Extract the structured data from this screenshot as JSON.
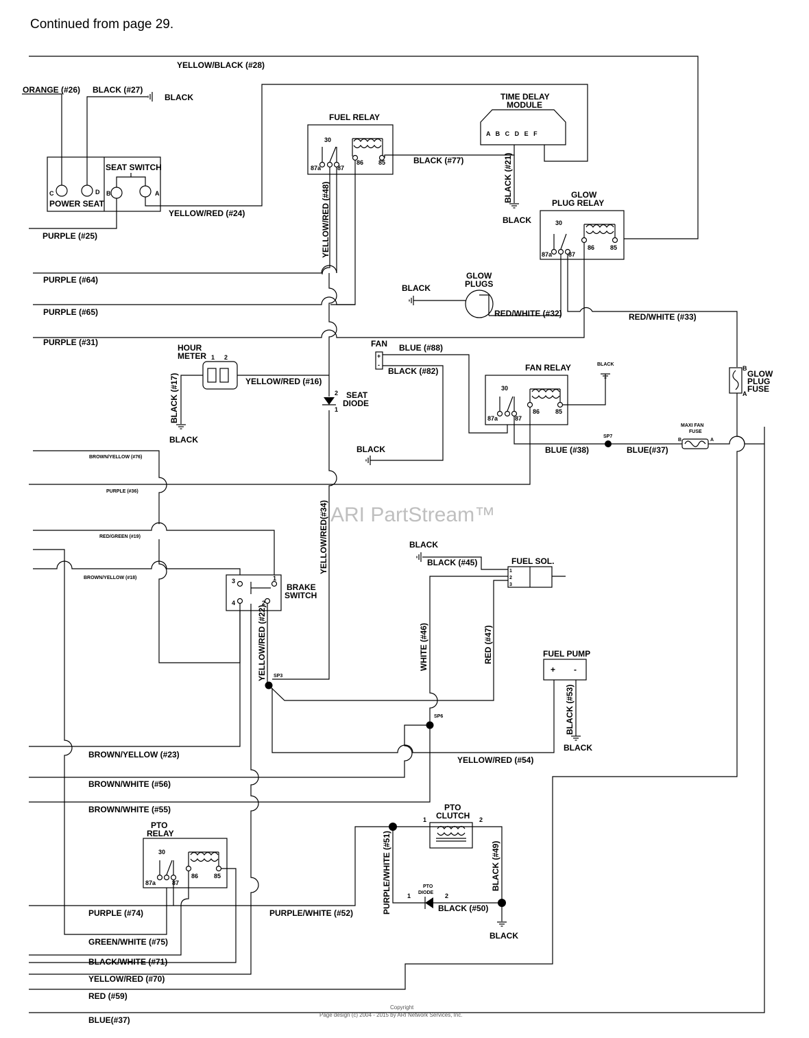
{
  "header": "Continued from page 29.",
  "watermark": "ARI PartStream™",
  "copyright": [
    "Copyright",
    "Page design (c) 2004 - 2015 by ARI Network Services, Inc."
  ],
  "components": {
    "seat_switch": "SEAT SWITCH",
    "power_seat": "POWER SEAT",
    "seat_pins": [
      "C",
      "D",
      "B",
      "A"
    ],
    "fuel_relay": "FUEL RELAY",
    "time_delay": [
      "TIME DELAY",
      "MODULE"
    ],
    "time_delay_pins": "A B C D E F",
    "glow_plug_relay": [
      "GLOW",
      "PLUG RELAY"
    ],
    "glow_plugs": [
      "GLOW",
      "PLUGS"
    ],
    "hour_meter": [
      "HOUR",
      "METER"
    ],
    "fan": "FAN",
    "fan_relay": "FAN RELAY",
    "seat_diode": [
      "SEAT",
      "DIODE"
    ],
    "glow_plug_fuse": [
      "GLOW",
      "PLUG",
      "FUSE"
    ],
    "maxi_fan_fuse": [
      "MAXI FAN",
      "FUSE"
    ],
    "brake_switch": [
      "BRAKE",
      "SWITCH"
    ],
    "fuel_sol": "FUEL SOL.",
    "fuel_pump": "FUEL PUMP",
    "pto_relay": [
      "PTO",
      "RELAY"
    ],
    "pto_clutch": [
      "PTO",
      "CLUTCH"
    ],
    "pto_diode": [
      "PTO",
      "DIODE"
    ],
    "relay_pins": [
      "30",
      "87a",
      "87",
      "86",
      "85"
    ],
    "splices": [
      "SP3",
      "SP6",
      "SP7"
    ]
  },
  "wires": {
    "w28": "YELLOW/BLACK (#28)",
    "w26": "ORANGE (#26)",
    "w27": "BLACK (#27)",
    "black": "BLACK",
    "w24": "YELLOW/RED (#24)",
    "w25": "PURPLE (#25)",
    "w77": "BLACK (#77)",
    "w21": "BLACK (#21)",
    "w48": "YELLOW/RED (#48)",
    "w64": "PURPLE (#64)",
    "w65": "PURPLE (#65)",
    "w31": "PURPLE (#31)",
    "w32": "RED/WHITE (#32)",
    "w33": "RED/WHITE (#33)",
    "w88": "BLUE (#88)",
    "w82": "BLACK (#82)",
    "w17": "BLACK (#17)",
    "w16": "YELLOW/RED (#16)",
    "w38": "BLUE (#38)",
    "w37a": "BLUE(#37)",
    "w76": "BROWN/YELLOW (#76)",
    "w36": "PURPLE (#36)",
    "w19": "RED/GREEN (#19)",
    "w18": "BROWN/YELLOW (#18)",
    "w34": "YELLOW/RED(#34)",
    "w45": "BLACK (#45)",
    "w22": "YELLOW/RED (#22)",
    "w46": "WHITE (#46)",
    "w47": "RED (#47)",
    "w53": "BLACK (#53)",
    "w23": "BROWN/YELLOW (#23)",
    "w54": "YELLOW/RED (#54)",
    "w56": "BROWN/WHITE (#56)",
    "w55": "BROWN/WHITE (#55)",
    "w74": "PURPLE (#74)",
    "w52": "PURPLE/WHITE (#52)",
    "w51": "PURPLE/WHITE (#51)",
    "w49": "BLACK (#49)",
    "w50": "BLACK (#50)",
    "w75": "GREEN/WHITE (#75)",
    "w71": "BLACK/WHITE (#71)",
    "w70": "YELLOW/RED (#70)",
    "w59": "RED (#59)",
    "w37b": "BLUE(#37)"
  }
}
